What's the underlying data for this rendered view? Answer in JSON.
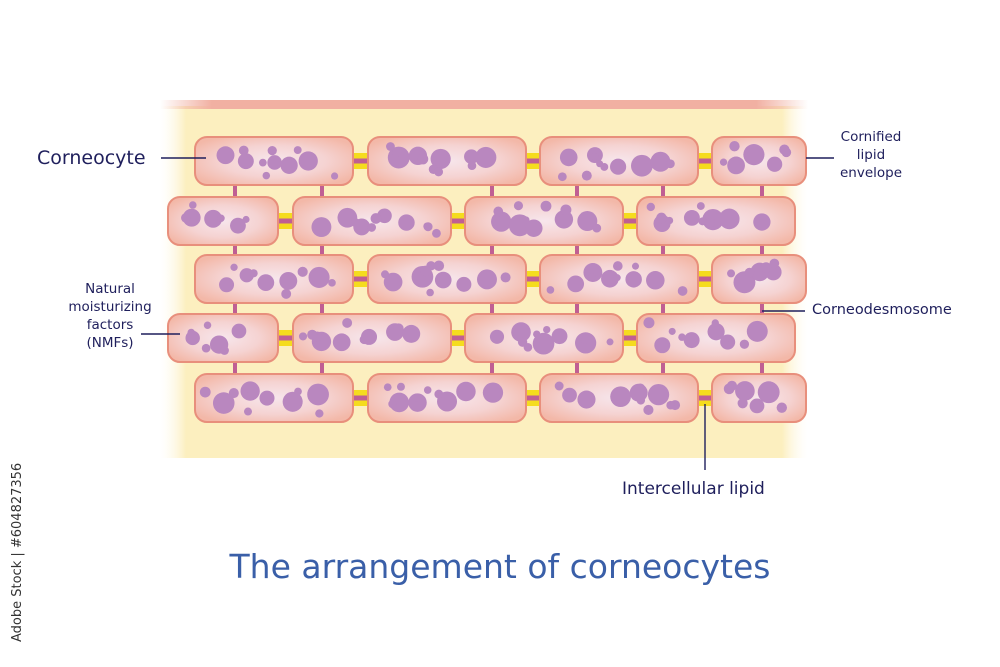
{
  "diagram": {
    "title": "The arrangement of corneocytes",
    "labels": {
      "corneocyte": "Corneocyte",
      "cornified_lipid_envelope": [
        "Cornified",
        "lipid",
        "envelope"
      ],
      "nmf": [
        "Natural",
        "moisturizing",
        "factors",
        "(NMFs)"
      ],
      "corneodesmosome": "Corneodesmosome",
      "intercellular_lipid": "Intercellular lipid"
    },
    "rows": 5,
    "cells_per_row": 4
  },
  "stock_id": "Adobe Stock | #604827356",
  "colors": {
    "background": "#ffffff",
    "lipid_layer": "#fcefbf",
    "skin_surface": "#f1b0a2",
    "cell_border": "#e88f7c",
    "cell_fill": "#f3c0b3",
    "cell_core": "#f7e4ea",
    "nmf_dot": "#b987bf",
    "desmosome": "#c05f93",
    "lipid_connector": "#f5dc1e",
    "label_text": "#1f1f5c",
    "title_text": "#3a5fa8"
  }
}
